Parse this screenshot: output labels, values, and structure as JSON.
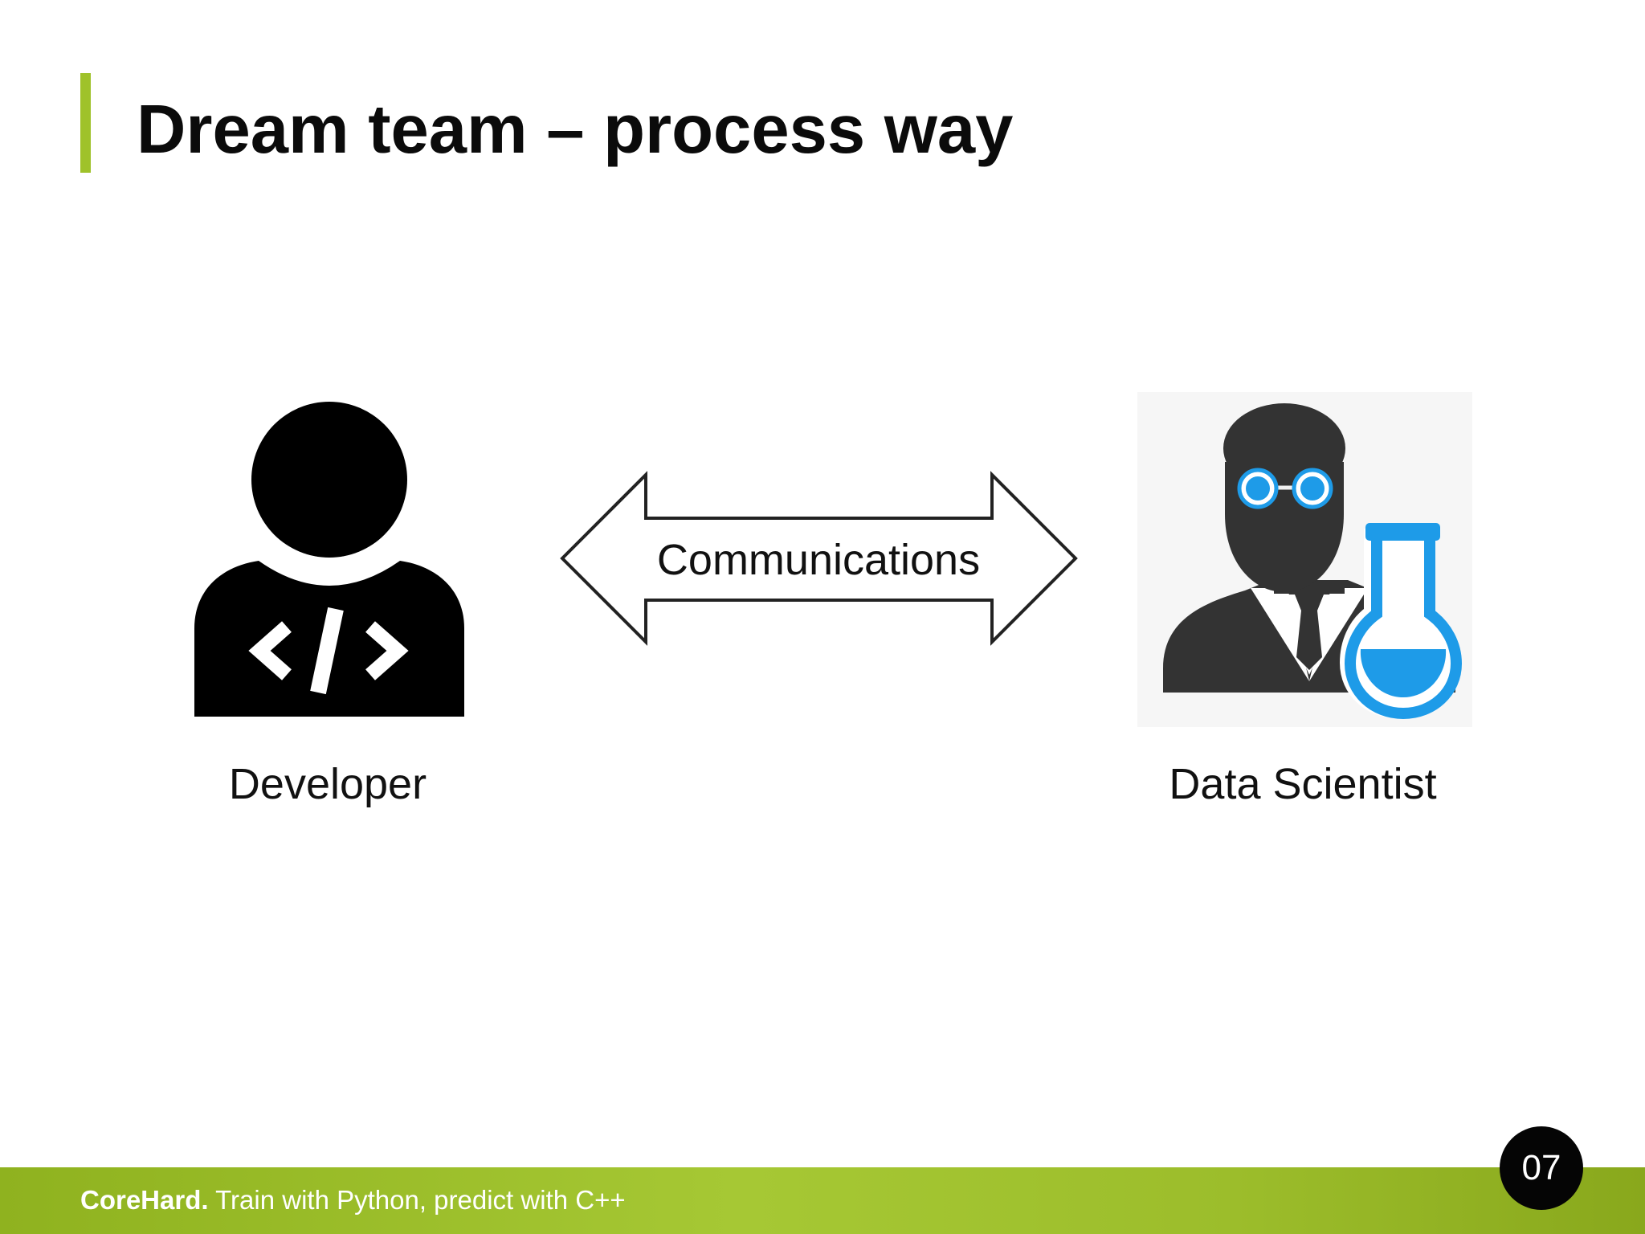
{
  "slide": {
    "title": "Dream team – process way",
    "page_number": "07"
  },
  "diagram": {
    "nodes": [
      {
        "id": "developer",
        "label": "Developer",
        "icon": "developer-code-person-icon"
      },
      {
        "id": "data-scientist",
        "label": "Data Scientist",
        "icon": "scientist-with-flask-icon"
      }
    ],
    "edges": [
      {
        "from": "developer",
        "to": "data-scientist",
        "label": "Communications",
        "direction": "bidirectional"
      }
    ]
  },
  "footer": {
    "brand": "CoreHard.",
    "tagline": " Train with Python, predict with C++"
  },
  "colors": {
    "accent_green": "#9fc22a",
    "scientist_blue": "#1e9be8",
    "icon_dark": "#333333"
  }
}
